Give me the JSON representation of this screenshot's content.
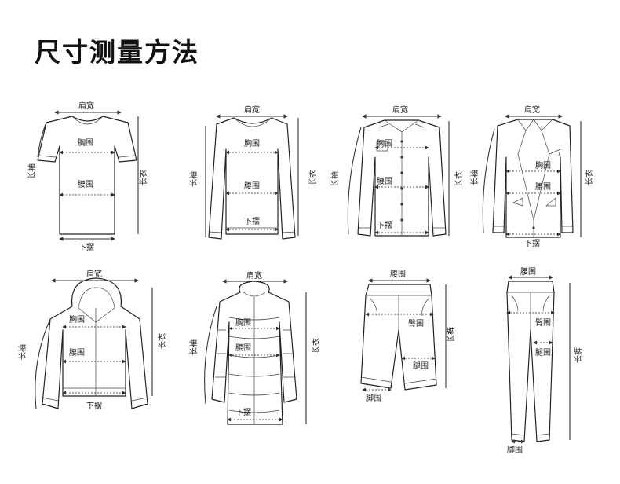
{
  "title": "尺寸测量方法",
  "labels": {
    "shoulder": "肩宽",
    "chest": "胸围",
    "waist": "腰围",
    "hem": "下摆",
    "sleeve": "长袖",
    "length": "长衣",
    "hip": "臀围",
    "thigh": "腿围",
    "cuff": "脚围",
    "pants_length": "长裤"
  },
  "garments": [
    {
      "name": "t-shirt",
      "labels": [
        "肩宽",
        "胸围",
        "腰围",
        "下摆",
        "长袖",
        "长衣"
      ]
    },
    {
      "name": "sweater",
      "labels": [
        "肩宽",
        "胸围",
        "腰围",
        "下摆",
        "长袖",
        "长衣"
      ]
    },
    {
      "name": "shirt",
      "labels": [
        "肩宽",
        "胸围",
        "腰围",
        "下摆",
        "长袖",
        "长衣"
      ]
    },
    {
      "name": "blazer",
      "labels": [
        "肩宽",
        "胸围",
        "腰围",
        "下摆",
        "长袖",
        "长衣"
      ]
    },
    {
      "name": "hoodie",
      "labels": [
        "肩宽",
        "胸围",
        "腰围",
        "下摆",
        "长袖",
        "长衣"
      ]
    },
    {
      "name": "down-coat",
      "labels": [
        "肩宽",
        "胸围",
        "腰围",
        "下摆",
        "长袖",
        "长衣"
      ]
    },
    {
      "name": "shorts",
      "labels": [
        "腰围",
        "臀围",
        "腿围",
        "脚围",
        "长裤"
      ]
    },
    {
      "name": "trousers",
      "labels": [
        "腰围",
        "臀围",
        "腿围",
        "脚围",
        "长裤"
      ]
    }
  ]
}
